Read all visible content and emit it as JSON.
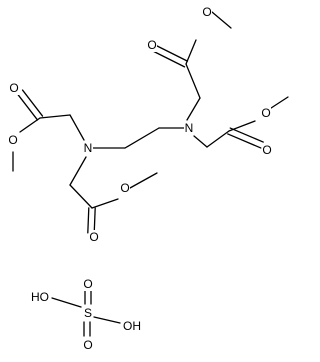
{
  "atoms": {
    "carbonyl_oxygen": "O",
    "ester_oxygen": "O",
    "methoxy_oxygen": "O",
    "amine_nitrogen": "N",
    "sulfur": "S",
    "hydroxyl": "HO",
    "hydroxyl_right": "OH"
  },
  "colors": {
    "bond": "#000000",
    "label": "#000000",
    "background": "#ffffff"
  }
}
